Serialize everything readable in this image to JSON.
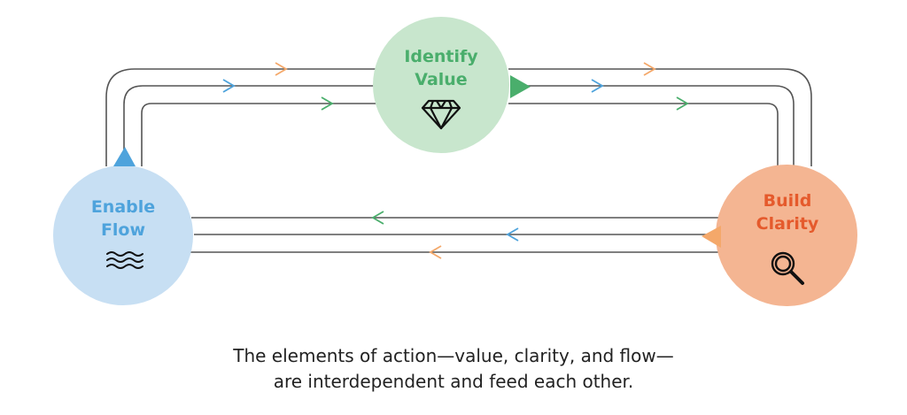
{
  "nodes": [
    {
      "id": "identify-value",
      "line1": "Identify",
      "line2": "Value",
      "icon": "diamond-icon",
      "fill": "#c8e6cd",
      "text_color": "#4aae6c"
    },
    {
      "id": "build-clarity",
      "line1": "Build",
      "line2": "Clarity",
      "icon": "magnifier-icon",
      "fill": "#f4b592",
      "text_color": "#e55a2c"
    },
    {
      "id": "enable-flow",
      "line1": "Enable",
      "line2": "Flow",
      "icon": "waves-icon",
      "fill": "#c7dff3",
      "text_color": "#4ea3dc"
    }
  ],
  "colors": {
    "line": "#555555",
    "arrow_orange": "#f4a86a",
    "arrow_blue": "#4ea3dc",
    "arrow_green": "#4aae6c"
  },
  "caption": {
    "line1": "The elements of action—value, clarity, and flow—",
    "line2": "are interdependent and feed each other."
  }
}
